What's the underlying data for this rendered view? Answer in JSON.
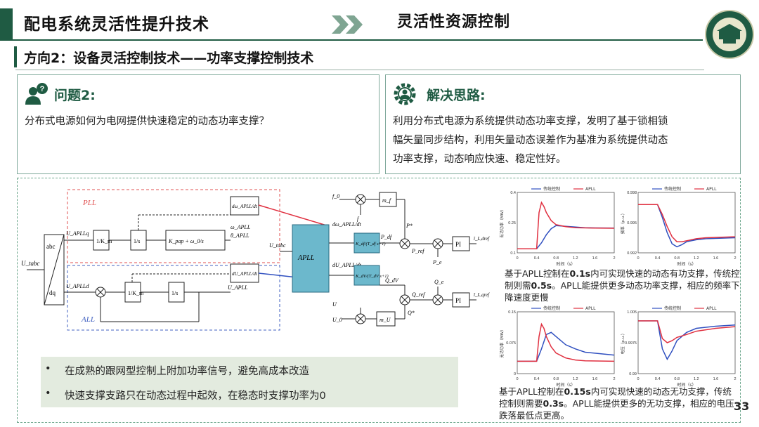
{
  "header": {
    "title": "配电系统灵活性提升技术",
    "right_title": "灵活性资源控制",
    "subtitle": "方向2：设备灵活控制技术——功率支撑控制技术"
  },
  "question": {
    "heading": "问题2:",
    "text": "分布式电源如何为电网提供快速稳定的动态功率支撑？"
  },
  "solution": {
    "heading": "解决思路:",
    "lines": [
      "利用分布式电源为系统提供动态功率支撑，发明了基于锁相锁",
      "幅矢量同步结构，利用矢量动态误差作为基准为系统提供动态",
      "功率支撑，动态响应快速、稳定性好。"
    ]
  },
  "diagram": {
    "pll_label": "PLL",
    "all_label": "ALL",
    "u_abc": "U_tabc",
    "abc": "abc",
    "dq": "dq",
    "u_apllq": "U_APLLq",
    "u_aplld": "U_APLLd",
    "one_over_km": "1/K_m",
    "one_over_s": "1/s",
    "kp_block": "K_pap + ω_0/s",
    "theta": "θ_APLL",
    "omega": "ω_APLL",
    "u_apll": "U_APLL",
    "dw_dt": "dω_APLL/dt",
    "du_dt": "dU_APLL/dt",
    "apll_block": "APLL",
    "u_tabc_in": "U_tabc",
    "kdf": "K_df/(T_df s+1)",
    "kdv": "K_dV/(T_dV s+1)",
    "f0": "f_0",
    "f": "f",
    "mf": "m_f",
    "u0": "U_0",
    "u": "U",
    "mu": "m_U",
    "p_df": "P_df",
    "p_star": "P*",
    "p_ref": "P_ref",
    "p_e": "P_e",
    "q_dv": "Q_dV",
    "q_ref": "Q_ref",
    "q_star": "Q*",
    "q_e": "Q_e",
    "pi": "PI",
    "id_ref": "î_L,dref",
    "iq_ref": "î_L,qref"
  },
  "bullets": [
    "在成熟的跟网型控制上附加功率信号，避免高成本改造",
    "快速支撑支路只在动态过程中起效，在稳态时支撑功率为0"
  ],
  "captions": {
    "top": [
      "基于APLL控制在",
      "0.1s",
      "内可实现快速的动态有功支撑，传统控制则需",
      "0.5s",
      "。APLL能提供更多动态功率支撑，相应的频率下降速度更慢"
    ],
    "bottom": [
      "基于APLL控制在",
      "0.15s",
      "内可实现快速的动态无功支撑，传统控制则需要",
      "0.3s",
      "。APLL能提供更多的无功支撑，相应的电压跌落最低点更高。"
    ]
  },
  "plot_legend": {
    "traditional": "传统控制",
    "apll": "APLL"
  },
  "plot_xlabel": "时间（s）",
  "page_number": "33",
  "colors": {
    "accent": "#1f5b43",
    "traditional": "#3050c0",
    "apll": "#e03040",
    "apll_block": "#6cb8cc",
    "pll_box": "#e05050",
    "all_box": "#4060c0"
  },
  "chart_data": [
    {
      "type": "line",
      "xlabel": "时间（s）",
      "ylabel": "有功功率（MW）",
      "ylim": [
        0.1,
        0.4
      ],
      "xlim": [
        0,
        2
      ],
      "series": [
        {
          "name": "传统控制",
          "x": [
            0,
            0.4,
            0.5,
            0.6,
            0.7,
            0.8,
            1.0,
            1.2,
            1.4,
            1.6,
            2.0
          ],
          "values": [
            0.12,
            0.12,
            0.15,
            0.19,
            0.22,
            0.235,
            0.232,
            0.228,
            0.225,
            0.224,
            0.223
          ]
        },
        {
          "name": "APLL",
          "x": [
            0,
            0.4,
            0.45,
            0.5,
            0.55,
            0.6,
            0.7,
            0.8,
            1.0,
            1.2,
            1.6,
            2.0
          ],
          "values": [
            0.12,
            0.12,
            0.3,
            0.35,
            0.33,
            0.3,
            0.26,
            0.24,
            0.23,
            0.225,
            0.223,
            0.222
          ]
        }
      ]
    },
    {
      "type": "line",
      "xlabel": "时间（s）",
      "ylabel": "频率（p.u.）",
      "ylim": [
        0.992,
        0.998
      ],
      "xlim": [
        0,
        2
      ],
      "series": [
        {
          "name": "传统控制",
          "x": [
            0,
            0.4,
            0.5,
            0.6,
            0.7,
            0.8,
            0.9,
            1.0,
            1.2,
            1.4,
            2.0
          ],
          "values": [
            0.9968,
            0.9968,
            0.9955,
            0.994,
            0.9929,
            0.9926,
            0.9928,
            0.9931,
            0.9933,
            0.9934,
            0.9935
          ]
        },
        {
          "name": "APLL",
          "x": [
            0,
            0.4,
            0.5,
            0.6,
            0.7,
            0.8,
            0.9,
            1.0,
            1.2,
            1.4,
            2.0
          ],
          "values": [
            0.9968,
            0.9968,
            0.9958,
            0.9946,
            0.9936,
            0.9931,
            0.9931,
            0.9932,
            0.9934,
            0.9935,
            0.9936
          ]
        }
      ]
    },
    {
      "type": "line",
      "xlabel": "时间（s）",
      "ylabel": "无功功率（MW）",
      "ylim": [
        0,
        0.15
      ],
      "xlim": [
        0,
        2
      ],
      "series": [
        {
          "name": "传统控制",
          "x": [
            0,
            0.4,
            0.5,
            0.6,
            0.7,
            0.8,
            1.0,
            1.2,
            1.4,
            2.0
          ],
          "values": [
            0.03,
            0.03,
            0.06,
            0.095,
            0.1,
            0.09,
            0.07,
            0.06,
            0.052,
            0.045
          ]
        },
        {
          "name": "APLL",
          "x": [
            0,
            0.4,
            0.45,
            0.5,
            0.55,
            0.6,
            0.7,
            0.8,
            1.0,
            1.2,
            1.4,
            2.0
          ],
          "values": [
            0.03,
            0.03,
            0.09,
            0.12,
            0.11,
            0.09,
            0.065,
            0.05,
            0.038,
            0.033,
            0.031,
            0.03
          ]
        }
      ]
    },
    {
      "type": "line",
      "xlabel": "时间（s）",
      "ylabel": "电压（p.u.）",
      "ylim": [
        0.99,
        1.005
      ],
      "xlim": [
        0,
        2
      ],
      "series": [
        {
          "name": "传统控制",
          "x": [
            0,
            0.4,
            0.5,
            0.6,
            0.7,
            0.8,
            1.0,
            1.2,
            1.6,
            2.0
          ],
          "values": [
            1.0028,
            1.0028,
            0.996,
            0.9935,
            0.9955,
            0.998,
            1.0,
            1.001,
            1.0015,
            1.0018
          ]
        },
        {
          "name": "APLL",
          "x": [
            0,
            0.4,
            0.5,
            0.6,
            0.7,
            0.8,
            1.0,
            1.2,
            1.6,
            2.0
          ],
          "values": [
            1.0028,
            1.0028,
            0.9985,
            0.9975,
            0.998,
            0.9988,
            0.9995,
            1.0003,
            1.001,
            1.0014
          ]
        }
      ]
    }
  ]
}
